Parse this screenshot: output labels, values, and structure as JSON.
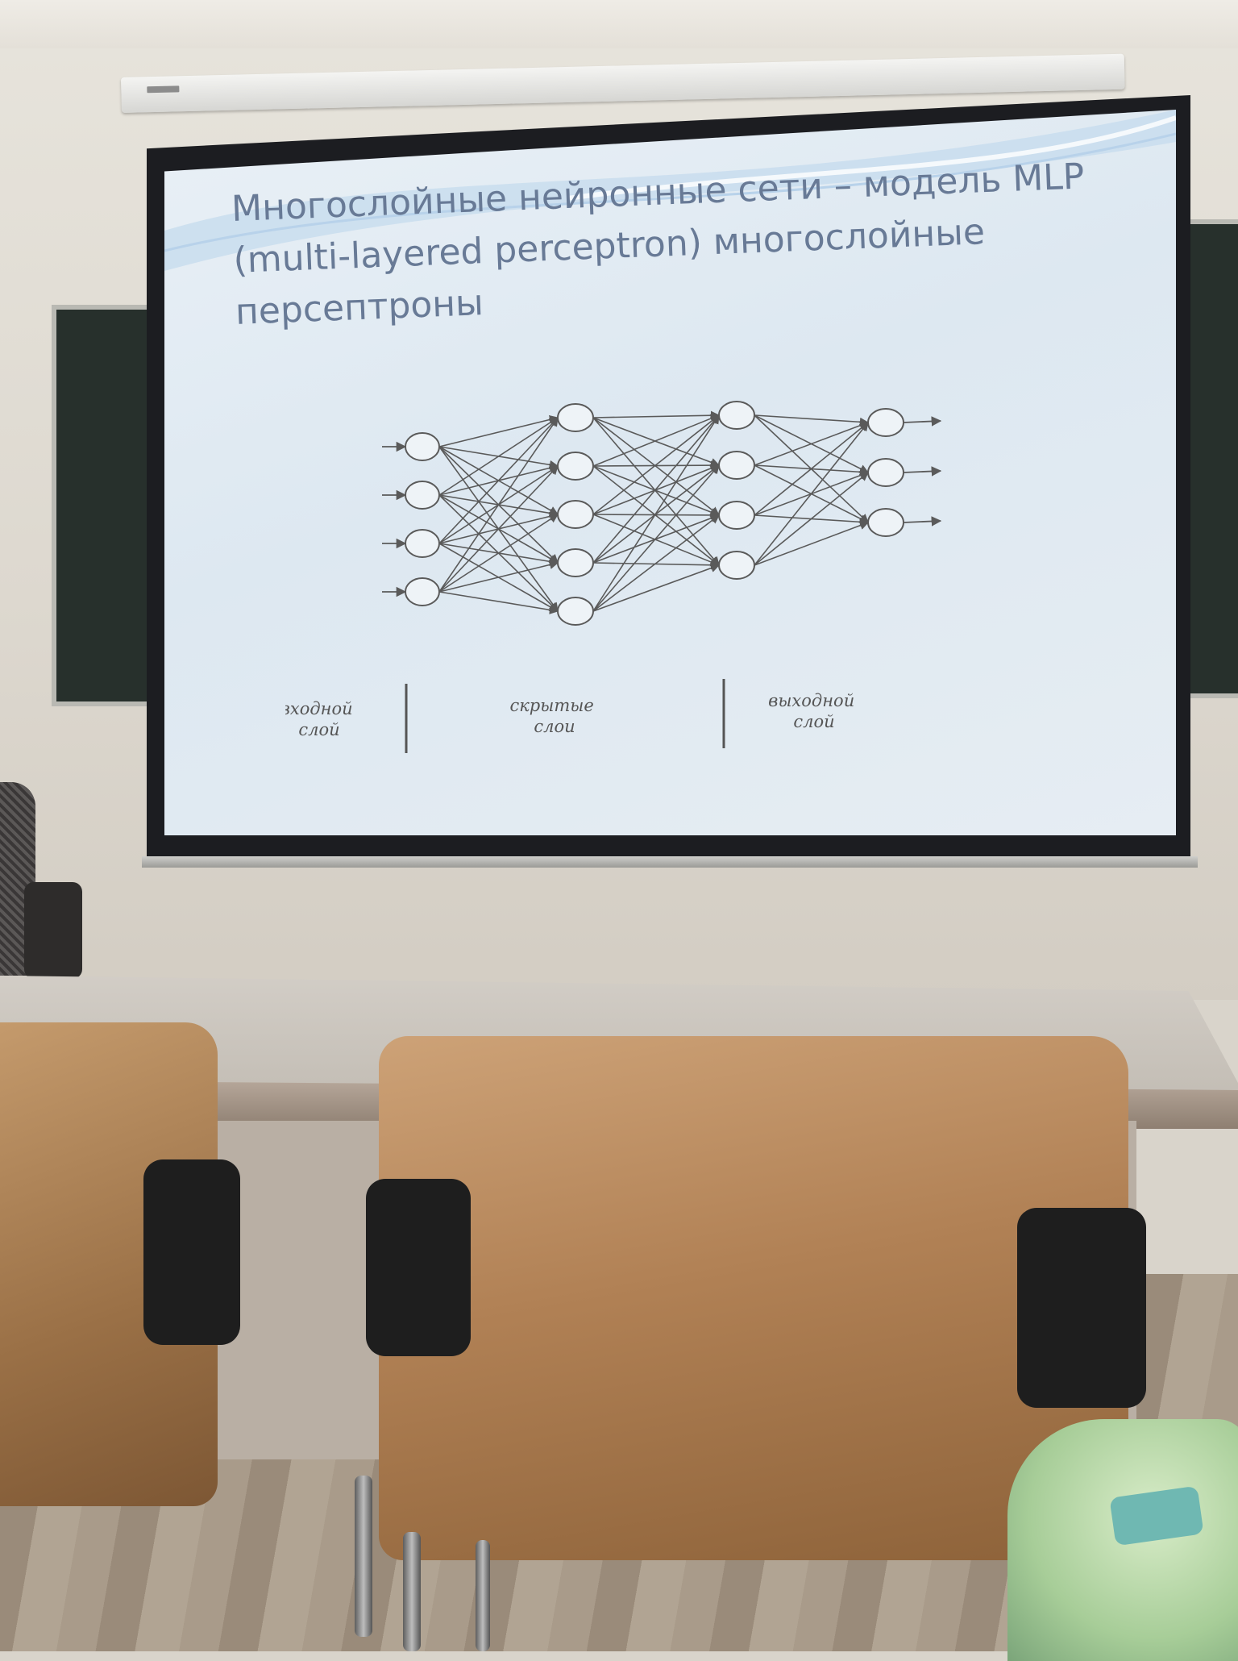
{
  "slide": {
    "title_lines": [
      "Многослойные нейронные сети – модель MLP",
      "(multi-layered perceptron) многослойные",
      "персептроны"
    ],
    "diagram": {
      "layer_sizes": [
        4,
        5,
        4,
        3
      ],
      "labels": {
        "input": [
          "входной",
          "слой"
        ],
        "hidden": [
          "скрытые",
          "слои"
        ],
        "output": [
          "выходной",
          "слой"
        ]
      }
    }
  },
  "colors": {
    "title": "#687a96",
    "diagram_lines": "#5a5a5a",
    "screen_background": "#e3ebf2",
    "chair_wood": "#b18155"
  }
}
